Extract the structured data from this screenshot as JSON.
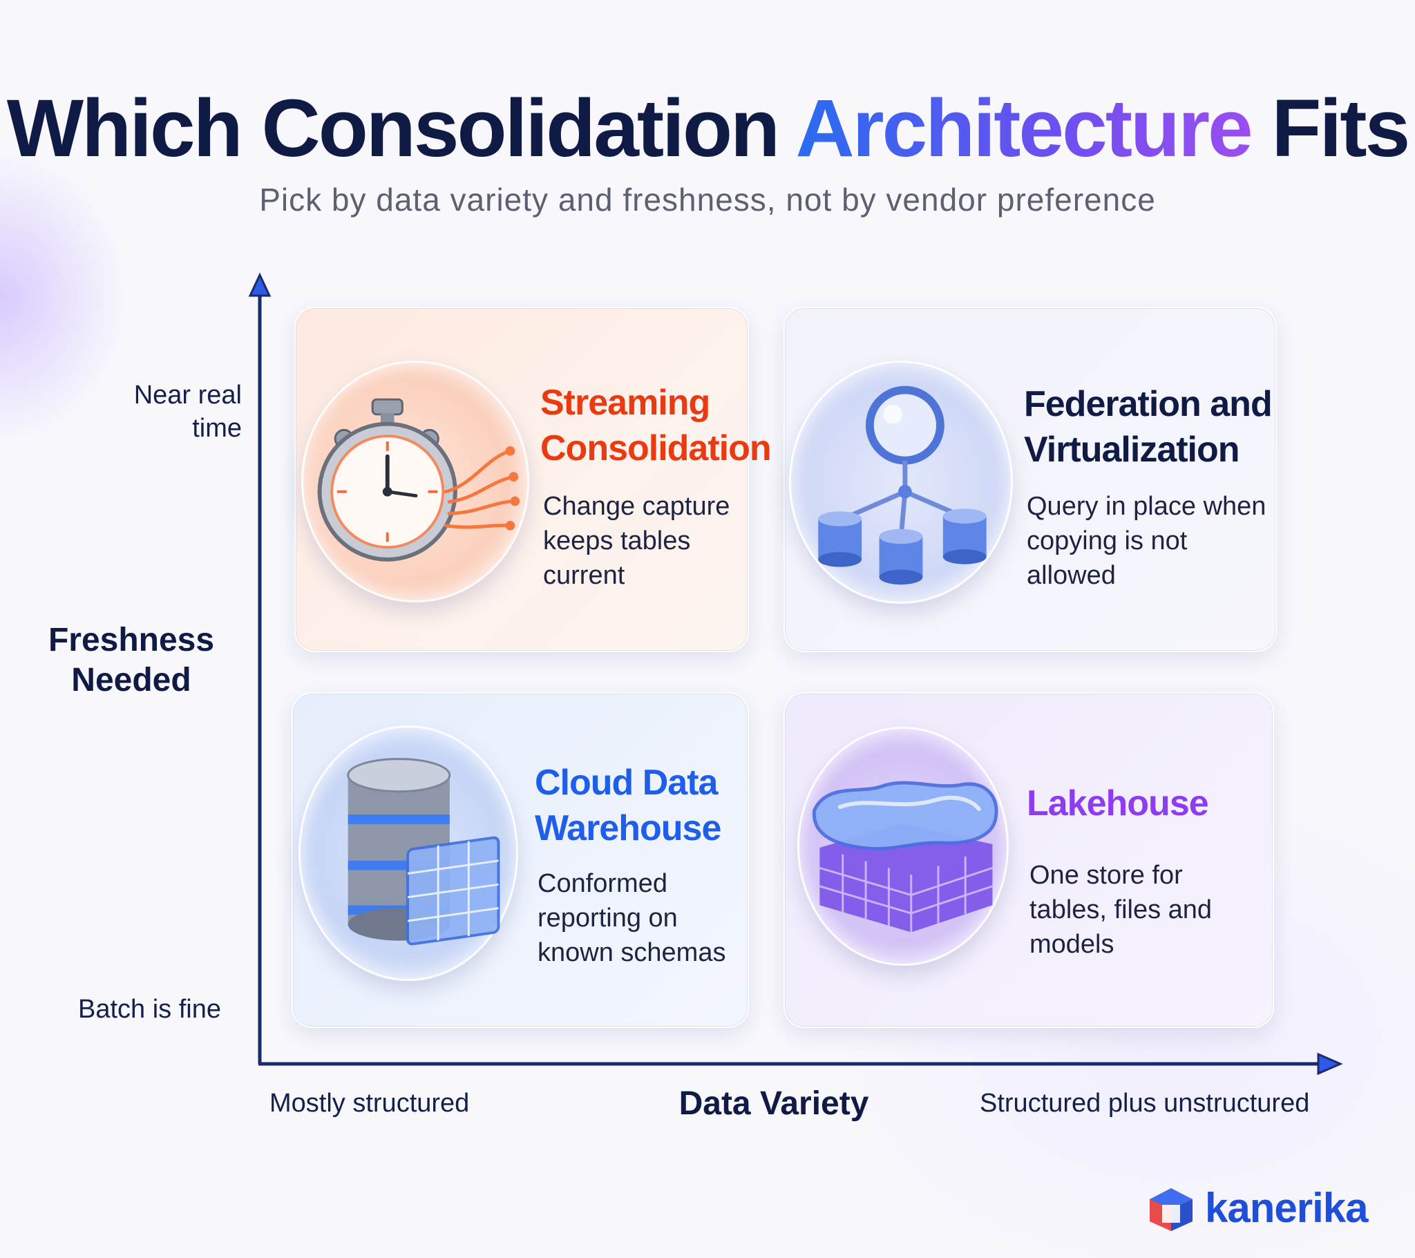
{
  "header": {
    "title_main": "Which Consolidation",
    "title_accent": "Architecture",
    "title_end": "Fits",
    "subtitle": "Pick by data variety and freshness, not by vendor preference"
  },
  "axes": {
    "y_title": "Freshness Needed",
    "y_top": "Near real time",
    "y_bottom": "Batch is fine",
    "x_title": "Data Variety",
    "x_left": "Mostly structured",
    "x_right": "Structured plus unstructured"
  },
  "quadrants": [
    {
      "title": "Streaming Consolidation",
      "description": "Change capture keeps tables current",
      "icon": "stopwatch-icon",
      "color": "#ea3a12"
    },
    {
      "title": "Federation and Virtualization",
      "description": "Query in place when copying is not allowed",
      "icon": "federated-query-icon",
      "color": "#0f1b45"
    },
    {
      "title": "Cloud Data Warehouse",
      "description": "Conformed reporting on known schemas",
      "icon": "database-table-icon",
      "color": "#1f5ee8"
    },
    {
      "title": "Lakehouse",
      "description": "One store for tables, files and models",
      "icon": "lake-cube-icon",
      "color": "#8e3cef"
    }
  ],
  "brand": {
    "name": "kanerika",
    "icon": "kanerika-logo-icon"
  }
}
